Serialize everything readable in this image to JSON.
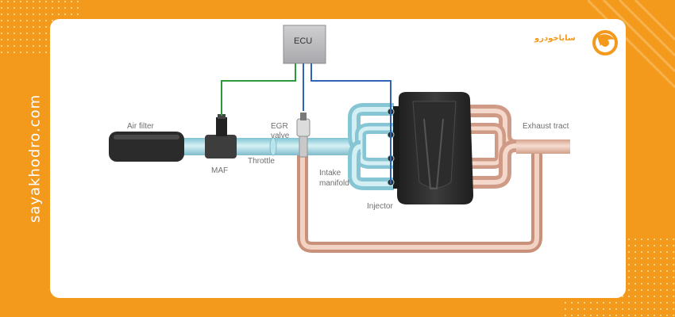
{
  "brand": {
    "side_text": "sayakhodro.com",
    "logo_text": "سایاخودرو"
  },
  "diagram": {
    "ecu": "ECU",
    "labels": {
      "air_filter": "Air filter",
      "maf": "MAF",
      "throttle": "Throttle",
      "egr_line1": "EGR",
      "egr_line2": "valve",
      "intake_line1": "Intake",
      "intake_line2": "manifold",
      "injector": "Injector",
      "exhaust": "Exhaust tract"
    }
  },
  "colors": {
    "background": "#f39a1d",
    "card": "#ffffff",
    "intake_pipe": "#a9dde6",
    "exhaust_pipe": "#e7bfae",
    "maf_wire": "#2a9a3c",
    "ecu_wire": "#2e63b8",
    "engine": "#2a2a2a"
  }
}
